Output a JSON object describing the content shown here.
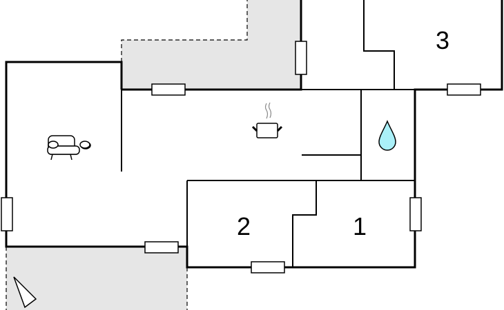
{
  "floorplan": {
    "rooms": [
      {
        "label": "1"
      },
      {
        "label": "2"
      },
      {
        "label": "3"
      }
    ],
    "icons": [
      "sofa-icon",
      "cooking-pot-icon",
      "water-drop-icon",
      "compass-north-icon"
    ],
    "colors": {
      "wall": "#000000",
      "terrace": "#e6e6e6",
      "water": "#aaf0f8",
      "steam": "#888888"
    }
  }
}
